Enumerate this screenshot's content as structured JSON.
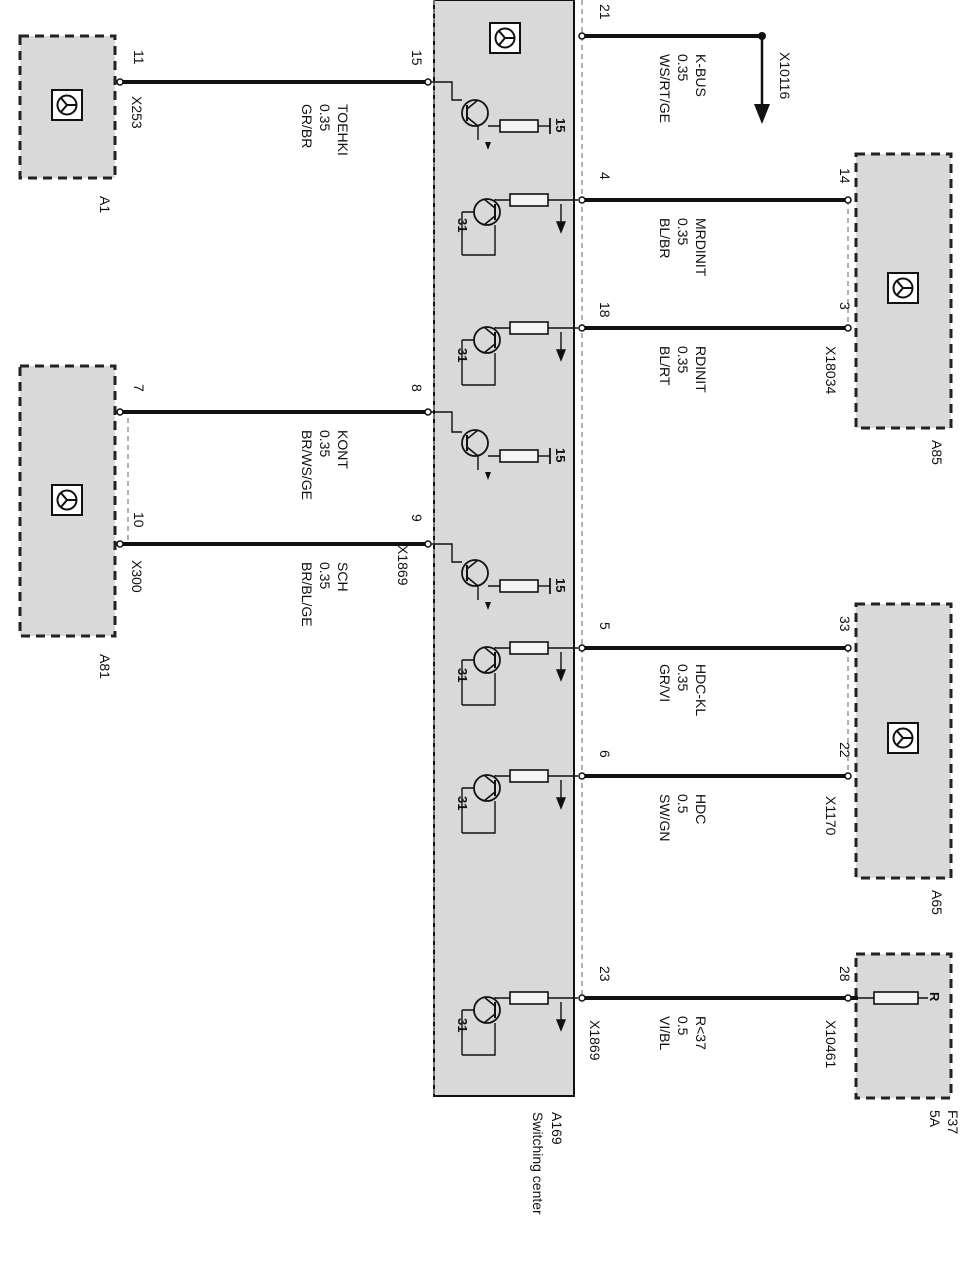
{
  "components": {
    "a1": {
      "name": "A1",
      "connector": "X253"
    },
    "a81": {
      "name": "A81",
      "connector": "X300"
    },
    "a85": {
      "name": "A85",
      "connector": "X18034"
    },
    "a65": {
      "name": "A65",
      "connector": "X1170"
    },
    "f37": {
      "name": "F37",
      "rating": "5A",
      "connector": "X10461",
      "fuse_letter": "R"
    },
    "a169": {
      "name": "A169",
      "desc": "Switching center",
      "conn_left": "X1869",
      "conn_right": "X1869"
    },
    "x10116": {
      "name": "X10116"
    }
  },
  "wires": {
    "toehki": {
      "signal": "TOEHKI",
      "size": "0.35",
      "color": "GR/BR",
      "pin_from": "11",
      "pin_to": "15"
    },
    "kont": {
      "signal": "KONT",
      "size": "0.35",
      "color": "BR/WS/GE",
      "pin_from": "7",
      "pin_to": "8"
    },
    "sch": {
      "signal": "SCH",
      "size": "0.35",
      "color": "BR/BL/GE",
      "pin_from": "10",
      "pin_to": "9"
    },
    "kbus": {
      "signal": "K-BUS",
      "size": "0.35",
      "color": "WS/RT/GE",
      "pin": "21"
    },
    "mrdinit": {
      "signal": "MRDINIT",
      "size": "0.35",
      "color": "BL/BR",
      "pin_from": "4",
      "pin_to": "14"
    },
    "rdinit": {
      "signal": "RDINIT",
      "size": "0.35",
      "color": "BL/RT",
      "pin_from": "18",
      "pin_to": "3"
    },
    "hdckl": {
      "signal": "HDC-KL",
      "size": "0.35",
      "color": "GR/VI",
      "pin_from": "5",
      "pin_to": "33"
    },
    "hdc": {
      "signal": "HDC",
      "size": "0.5",
      "color": "SW/GN",
      "pin_from": "6",
      "pin_to": "22"
    },
    "r37": {
      "signal": "R<37",
      "size": "0.5",
      "color": "VI/BL",
      "pin_from": "23",
      "pin_to": "28"
    }
  },
  "internal": {
    "label_15": "15",
    "label_31": "31"
  }
}
